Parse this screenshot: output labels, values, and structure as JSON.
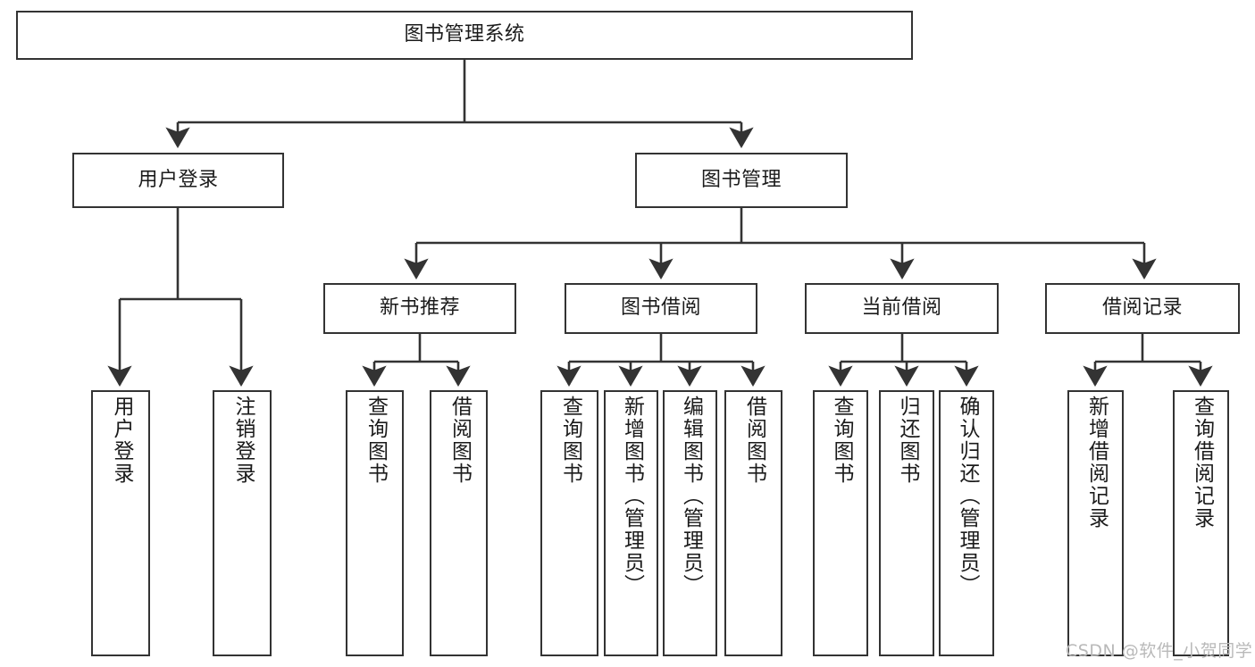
{
  "diagram": {
    "type": "hierarchy-tree",
    "orientation": "top-down",
    "title": "图书管理系统",
    "colors": {
      "box_border": "#333333",
      "box_fill": "#ffffff",
      "edge": "#333333",
      "text": "#1b1b1b",
      "watermark": "#b9b9b9",
      "background": "#ffffff"
    },
    "nodes": {
      "root": {
        "label": "图书管理系统",
        "level": 1,
        "text_orientation": "horizontal"
      },
      "l2": [
        {
          "id": "user-login",
          "label": "用户登录",
          "level": 2,
          "text_orientation": "horizontal"
        },
        {
          "id": "book-manage",
          "label": "图书管理",
          "level": 2,
          "text_orientation": "horizontal"
        }
      ],
      "l3": [
        {
          "id": "new-book-rec",
          "label": "新书推荐",
          "level": 3,
          "text_orientation": "horizontal"
        },
        {
          "id": "book-borrow",
          "label": "图书借阅",
          "level": 3,
          "text_orientation": "horizontal"
        },
        {
          "id": "current-borrow",
          "label": "当前借阅",
          "level": 3,
          "text_orientation": "horizontal"
        },
        {
          "id": "borrow-record",
          "label": "借阅记录",
          "level": 3,
          "text_orientation": "horizontal"
        }
      ],
      "leaves": [
        {
          "id": "leaf-user-login",
          "label": "用户登录",
          "parent": "user-login",
          "text_orientation": "vertical"
        },
        {
          "id": "leaf-user-logout",
          "label": "注销登录",
          "parent": "user-login",
          "text_orientation": "vertical"
        },
        {
          "id": "leaf-rec-query",
          "label": "查询图书",
          "parent": "new-book-rec",
          "text_orientation": "vertical"
        },
        {
          "id": "leaf-rec-borrow",
          "label": "借阅图书",
          "parent": "new-book-rec",
          "text_orientation": "vertical"
        },
        {
          "id": "leaf-borrow-query",
          "label": "查询图书",
          "parent": "book-borrow",
          "text_orientation": "vertical"
        },
        {
          "id": "leaf-borrow-add",
          "label": "新增图书（管理员）",
          "parent": "book-borrow",
          "text_orientation": "vertical"
        },
        {
          "id": "leaf-borrow-edit",
          "label": "编辑图书（管理员）",
          "parent": "book-borrow",
          "text_orientation": "vertical"
        },
        {
          "id": "leaf-borrow-lend",
          "label": "借阅图书",
          "parent": "book-borrow",
          "text_orientation": "vertical"
        },
        {
          "id": "leaf-cur-query",
          "label": "查询图书",
          "parent": "current-borrow",
          "text_orientation": "vertical"
        },
        {
          "id": "leaf-cur-return",
          "label": "归还图书",
          "parent": "current-borrow",
          "text_orientation": "vertical"
        },
        {
          "id": "leaf-cur-confirm",
          "label": "确认归还（管理员）",
          "parent": "current-borrow",
          "text_orientation": "vertical"
        },
        {
          "id": "leaf-rec-add",
          "label": "新增借阅记录",
          "parent": "borrow-record",
          "text_orientation": "vertical"
        },
        {
          "id": "leaf-rec-search",
          "label": "查询借阅记录",
          "parent": "borrow-record",
          "text_orientation": "vertical"
        }
      ]
    }
  },
  "watermark": {
    "text": "CSDN @软件_小贺同学"
  }
}
